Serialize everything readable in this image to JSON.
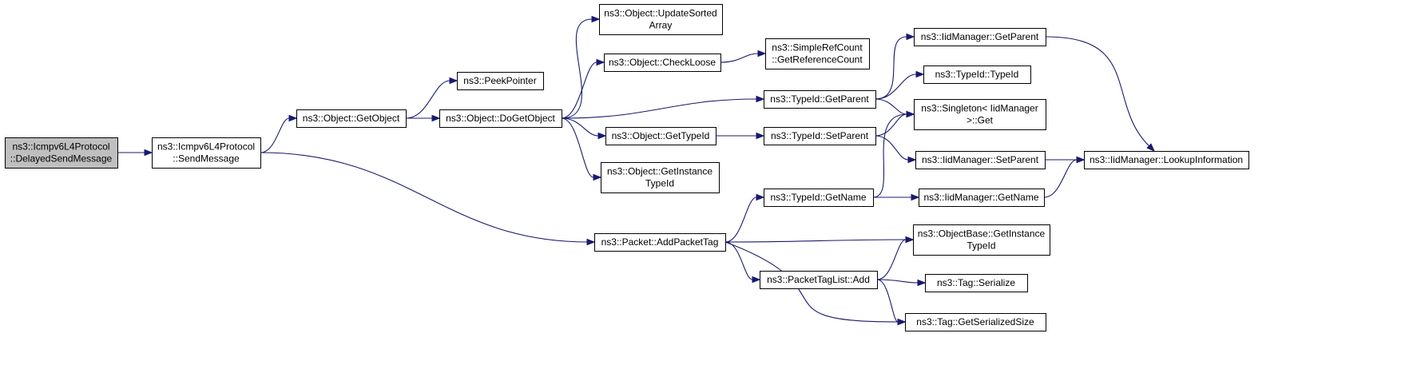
{
  "colors": {
    "edge": "#191970",
    "root_fill": "#bfbfbf",
    "node_fill": "#ffffff"
  },
  "nodes": {
    "root": [
      "ns3::Icmpv6L4Protocol",
      "::DelayedSendMessage"
    ],
    "send_message": [
      "ns3::Icmpv6L4Protocol",
      "::SendMessage"
    ],
    "get_object": [
      "ns3::Object::GetObject"
    ],
    "peek_pointer": [
      "ns3::PeekPointer"
    ],
    "do_get_object": [
      "ns3::Object::DoGetObject"
    ],
    "update_sorted_array": [
      "ns3::Object::UpdateSorted",
      "Array"
    ],
    "check_loose": [
      "ns3::Object::CheckLoose"
    ],
    "get_reference_count": [
      "ns3::SimpleRefCount",
      "::GetReferenceCount"
    ],
    "object_get_type_id": [
      "ns3::Object::GetTypeId"
    ],
    "get_instance_type_id": [
      "ns3::Object::GetInstance",
      "TypeId"
    ],
    "typeid_get_parent": [
      "ns3::TypeId::GetParent"
    ],
    "iid_get_parent": [
      "ns3::IidManager::GetParent"
    ],
    "typeid_typeid": [
      "ns3::TypeId::TypeId"
    ],
    "singleton_get": [
      "ns3::Singleton< IidManager",
      ">::Get"
    ],
    "typeid_set_parent": [
      "ns3::TypeId::SetParent"
    ],
    "iid_set_parent": [
      "ns3::IidManager::SetParent"
    ],
    "lookup_information": [
      "ns3::IidManager::LookupInformation"
    ],
    "typeid_get_name": [
      "ns3::TypeId::GetName"
    ],
    "iid_get_name": [
      "ns3::IidManager::GetName"
    ],
    "add_packet_tag": [
      "ns3::Packet::AddPacketTag"
    ],
    "objectbase_get_instance_type_id": [
      "ns3::ObjectBase::GetInstance",
      "TypeId"
    ],
    "packet_tag_list_add": [
      "ns3::PacketTagList::Add"
    ],
    "tag_serialize": [
      "ns3::Tag::Serialize"
    ],
    "tag_get_serialized_size": [
      "ns3::Tag::GetSerializedSize"
    ]
  },
  "edges": [
    [
      "root",
      "send_message"
    ],
    [
      "send_message",
      "get_object"
    ],
    [
      "send_message",
      "add_packet_tag"
    ],
    [
      "get_object",
      "peek_pointer"
    ],
    [
      "get_object",
      "do_get_object"
    ],
    [
      "do_get_object",
      "update_sorted_array"
    ],
    [
      "do_get_object",
      "check_loose"
    ],
    [
      "do_get_object",
      "typeid_get_parent"
    ],
    [
      "do_get_object",
      "object_get_type_id"
    ],
    [
      "do_get_object",
      "get_instance_type_id"
    ],
    [
      "check_loose",
      "get_reference_count"
    ],
    [
      "typeid_get_parent",
      "iid_get_parent"
    ],
    [
      "typeid_get_parent",
      "typeid_typeid"
    ],
    [
      "typeid_get_parent",
      "singleton_get"
    ],
    [
      "iid_get_parent",
      "lookup_information"
    ],
    [
      "object_get_type_id",
      "typeid_set_parent"
    ],
    [
      "typeid_set_parent",
      "singleton_get"
    ],
    [
      "typeid_set_parent",
      "iid_set_parent"
    ],
    [
      "iid_set_parent",
      "lookup_information"
    ],
    [
      "add_packet_tag",
      "typeid_get_name"
    ],
    [
      "add_packet_tag",
      "objectbase_get_instance_type_id"
    ],
    [
      "add_packet_tag",
      "packet_tag_list_add"
    ],
    [
      "add_packet_tag",
      "tag_get_serialized_size"
    ],
    [
      "typeid_get_name",
      "singleton_get"
    ],
    [
      "typeid_get_name",
      "iid_get_name"
    ],
    [
      "iid_get_name",
      "lookup_information"
    ],
    [
      "packet_tag_list_add",
      "objectbase_get_instance_type_id"
    ],
    [
      "packet_tag_list_add",
      "tag_serialize"
    ],
    [
      "packet_tag_list_add",
      "tag_get_serialized_size"
    ]
  ]
}
